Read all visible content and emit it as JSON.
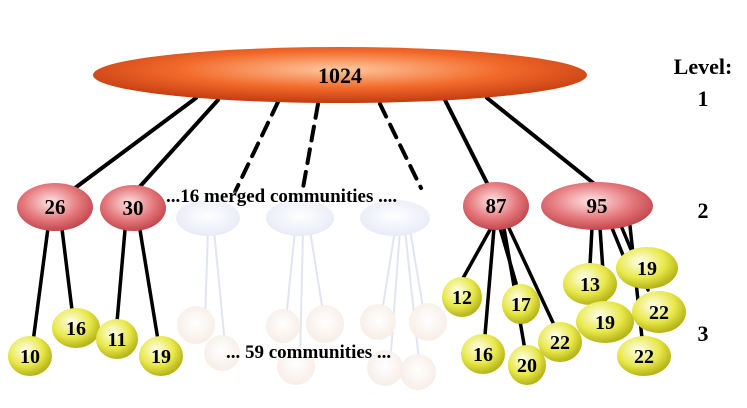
{
  "root": {
    "label": "1024"
  },
  "level_header": {
    "line1": "Level:",
    "line2": "1"
  },
  "level_numbers": [
    "2",
    "3"
  ],
  "level2": [
    {
      "label": "26"
    },
    {
      "label": "30"
    },
    {
      "label": "87"
    },
    {
      "label": "95"
    }
  ],
  "level2_caption": "...16 merged communities ....",
  "level3_caption": "... 59 communities ...",
  "level3": {
    "c26": [
      "10",
      "16"
    ],
    "c30": [
      "11",
      "19"
    ],
    "c87": [
      "12",
      "16",
      "17",
      "20",
      "22"
    ],
    "c95": [
      "13",
      "19",
      "19",
      "22",
      "22"
    ]
  },
  "colors": {
    "root_fill": "#f26a2a",
    "level2_fill": "#e57a7e",
    "level3_fill": "#e8e84a",
    "ghost_fill": "#eef0fa",
    "ghost_leaf": "#fbf3ee"
  }
}
